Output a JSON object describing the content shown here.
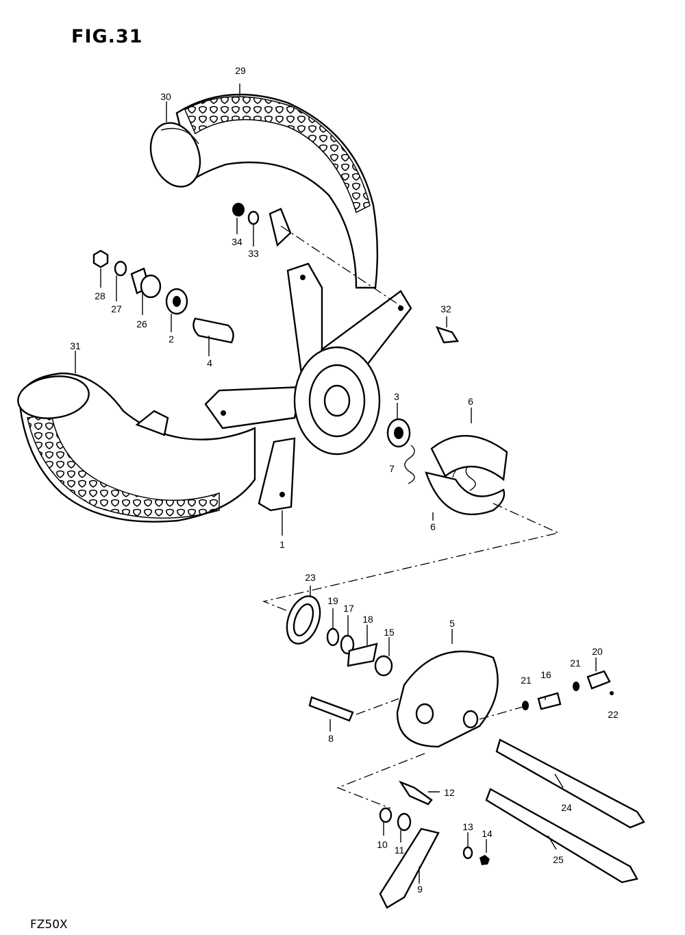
{
  "figure": {
    "title": "FIG.31",
    "model": "FZ50X"
  },
  "callouts": {
    "c1": "1",
    "c2": "2",
    "c3": "3",
    "c4": "4",
    "c5": "5",
    "c6a": "6",
    "c6b": "6",
    "c7a": "7",
    "c7b": "7",
    "c8": "8",
    "c9": "9",
    "c10": "10",
    "c11": "11",
    "c12": "12",
    "c13": "13",
    "c14": "14",
    "c15": "15",
    "c16": "16",
    "c17": "17",
    "c18": "18",
    "c19": "19",
    "c20": "20",
    "c21a": "21",
    "c21b": "21",
    "c22": "22",
    "c23": "23",
    "c24": "24",
    "c25": "25",
    "c26": "26",
    "c27": "27",
    "c28": "28",
    "c29": "29",
    "c30": "30",
    "c31": "31",
    "c32": "32",
    "c33": "33",
    "c34": "34"
  }
}
